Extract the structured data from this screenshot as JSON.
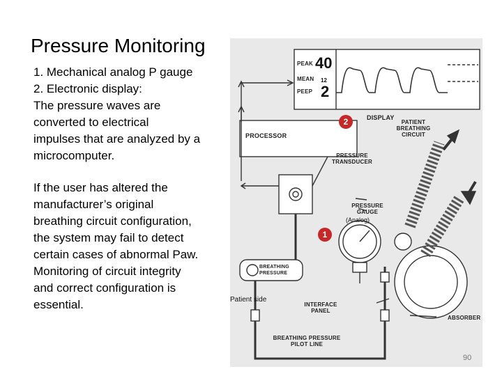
{
  "slide": {
    "title": "Pressure Monitoring",
    "intro_lines": [
      "1.   Mechanical analog P gauge",
      "2.   Electronic display:",
      "The pressure waves are",
      "converted to electrical",
      "impulses that are analyzed by a",
      "microcomputer."
    ],
    "body_lines": [
      "If the user has altered the",
      "manufacturer’s  original",
      "breathing circuit configuration,",
      "the system may fail to detect",
      "certain cases of abnormal Paw.",
      "Monitoring of circuit integrity",
      "and correct configuration is",
      "essential."
    ],
    "page_number": "90"
  },
  "figure": {
    "display_label": "DISPLAY",
    "processor_label": "PROCESSOR",
    "patient_breathing_circuit": [
      "PATIENT",
      "BREATHING",
      "CIRCUIT"
    ],
    "pressure_transducer": [
      "PRESSURE",
      "TRANSDUCER"
    ],
    "pressure_gauge": [
      "PRESSURE",
      "GAUGE"
    ],
    "analog_label": "(Analog)",
    "patient_side_label": "Patient side",
    "interface_panel": [
      "INTERFACE",
      "PANEL"
    ],
    "absorber_label": "ABSORBER",
    "pilot_line": [
      "BREATHING PRESSURE",
      "PILOT LINE"
    ],
    "breathing_pressure_logo": [
      "BREATHING",
      "PRESSURE"
    ],
    "badge_1": "1",
    "badge_2": "2",
    "monitor": {
      "peak_label": "PEAK",
      "peak_value": "40",
      "mean_label": "MEAN",
      "mean_value": "12",
      "peep_label": "PEEP",
      "peep_value": "2"
    }
  },
  "colors": {
    "badge": "#c62828",
    "figure_bg": "#e9e9e9",
    "line": "#333333"
  }
}
